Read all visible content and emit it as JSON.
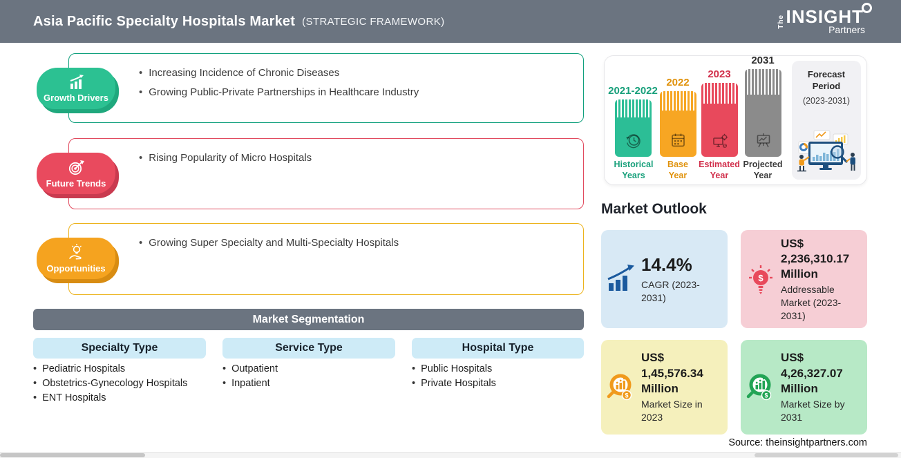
{
  "header": {
    "title": "Asia Pacific Specialty Hospitals Market",
    "subtitle": "(STRATEGIC FRAMEWORK)",
    "logo_the": "The",
    "logo_main": "INSIGHT",
    "logo_sub": "Partners"
  },
  "framework": {
    "sections": [
      {
        "label": "Growth Drivers",
        "icon": "growth-chart-icon",
        "color": "#2CC192",
        "shadow_color": "#1FA87D",
        "border_color": "#10A07D",
        "bullets": [
          "Increasing Incidence of Chronic Diseases",
          "Growing Public-Private Partnerships in Healthcare Industry"
        ]
      },
      {
        "label": "Future Trends",
        "icon": "target-arrow-icon",
        "color": "#E94A5E",
        "shadow_color": "#C93A4F",
        "border_color": "#E14A5E",
        "bullets": [
          "Rising Popularity of Micro Hospitals"
        ]
      },
      {
        "label": "Opportunities",
        "icon": "lightbulb-hand-icon",
        "color": "#F5A31F",
        "shadow_color": "#D88C12",
        "border_color": "#ECB31C",
        "bullets": [
          "Growing Super Specialty and Multi-Specialty Hospitals"
        ]
      }
    ]
  },
  "segmentation": {
    "title": "Market Segmentation",
    "columns": [
      {
        "header": "Specialty Type",
        "items": [
          "Pediatric Hospitals",
          "Obstetrics-Gynecology Hospitals",
          "ENT Hospitals"
        ]
      },
      {
        "header": "Service Type",
        "items": [
          "Outpatient",
          "Inpatient"
        ]
      },
      {
        "header": "Hospital Type",
        "items": [
          "Public Hospitals",
          "Private Hospitals"
        ]
      }
    ]
  },
  "timeline": {
    "bars": [
      {
        "year": "2021-2022",
        "label_line1": "Historical",
        "label_line2": "Years",
        "color": "#2CBE96",
        "label_color": "#18A07B",
        "icon": "clock-history-icon"
      },
      {
        "year": "2022",
        "label_line1": "Base",
        "label_line2": "Year",
        "color": "#F7A623",
        "label_color": "#E0920C",
        "icon": "calendar-icon"
      },
      {
        "year": "2023",
        "label_line1": "Estimated",
        "label_line2": "Year",
        "color": "#E8495C",
        "label_color": "#D12F4B",
        "icon": "monitor-gear-icon"
      },
      {
        "year": "2031",
        "label_line1": "Projected",
        "label_line2": "Year",
        "color": "#8B8B8B",
        "label_color": "#3A3A3A",
        "icon": "projector-screen-icon"
      }
    ],
    "forecast_title": "Forecast Period",
    "forecast_range": "(2023-2031)"
  },
  "outlook": {
    "title": "Market Outlook",
    "cards": [
      {
        "value": "14.4%",
        "desc": "CAGR (2023-2031)",
        "bg": "#D8E9F5",
        "icon": "bar-growth-icon",
        "icon_color": "#1B5A9E"
      },
      {
        "value": "US$ 2,236,310.17 Million",
        "desc": "Addressable Market (2023-2031)",
        "bg": "#F6CED5",
        "icon": "bulb-dollar-icon",
        "icon_color": "#E8495B"
      },
      {
        "value": "US$ 1,45,576.34 Million",
        "desc": "Market Size in 2023",
        "bg": "#F5F0BC",
        "icon": "magnifier-chart-icon",
        "icon_color": "#F09A1C"
      },
      {
        "value": "US$ 4,26,327.07 Million",
        "desc": "Market Size by 2031",
        "bg": "#B7E9C6",
        "icon": "magnifier-chart-icon",
        "icon_color": "#22A455"
      }
    ]
  },
  "source": "Source: theinsightpartners.com",
  "colors": {
    "header_bg": "#6B7480",
    "seg_header_bg": "#CEEBF7",
    "timeline_card_border": "#E7E7EA"
  }
}
